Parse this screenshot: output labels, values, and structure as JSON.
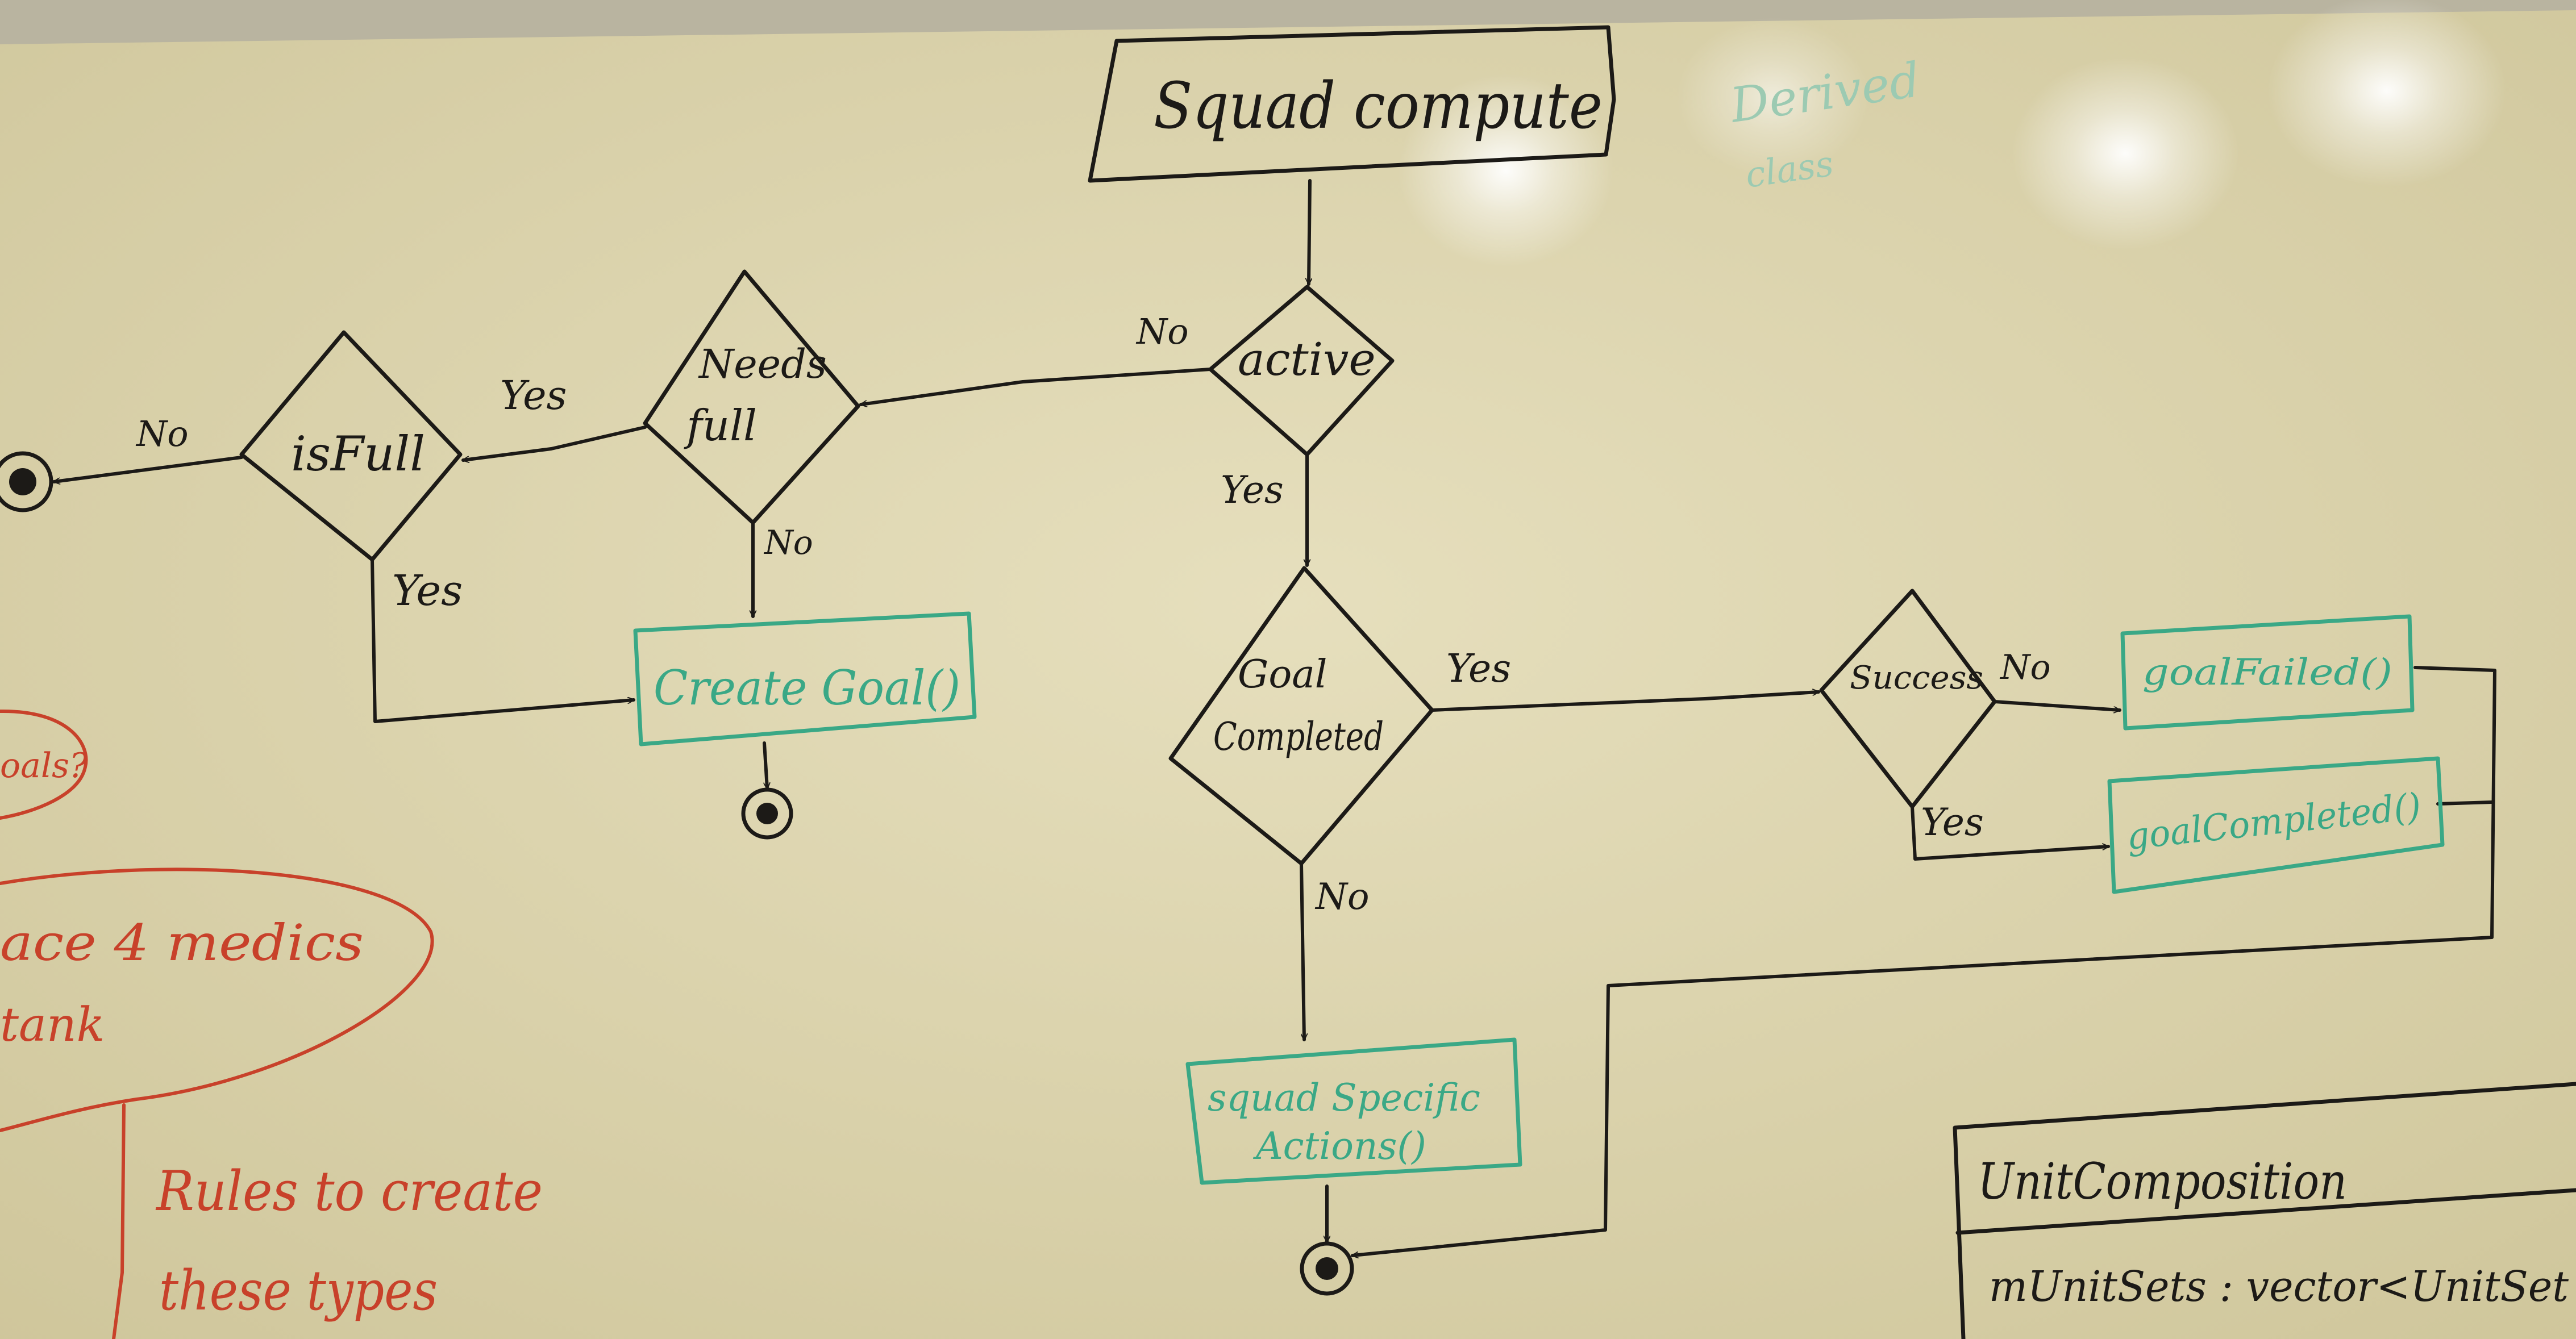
{
  "colors": {
    "ink_black": "#1c1a17",
    "ink_green": "#3aa886",
    "ink_red": "#c8412a",
    "ink_faint_green": "#9ccab2"
  },
  "nodes": {
    "squad_compute": "Squad compute",
    "derived_class_1": "Derived",
    "derived_class_2": "class",
    "active": "active",
    "needs_full_1": "Needs",
    "needs_full_2": "full",
    "is_full": "isFull",
    "create_goal": "Create Goal()",
    "goal_completed_1": "Goal",
    "goal_completed_2": "Completed",
    "success": "Success",
    "goal_failed_fn": "goalFailed()",
    "goal_completed_fn": "goalCompleted()",
    "squad_specific_1": "squad Specific",
    "squad_specific_2": "Actions()"
  },
  "edge_labels": {
    "active_no": "No",
    "active_yes": "Yes",
    "needs_full_yes": "Yes",
    "needs_full_no": "No",
    "is_full_no": "No",
    "is_full_yes": "Yes",
    "goal_completed_yes": "Yes",
    "goal_completed_no": "No",
    "success_no": "No",
    "success_yes": "Yes"
  },
  "red_notes": {
    "goals": "oals?",
    "medics_1": "ace 4 medics",
    "medics_2": "tank",
    "rules_1": "Rules to create",
    "rules_2": "these types"
  },
  "unit_composition": {
    "title": "UnitComposition",
    "member": "mUnitSets : vector<UnitSet"
  }
}
